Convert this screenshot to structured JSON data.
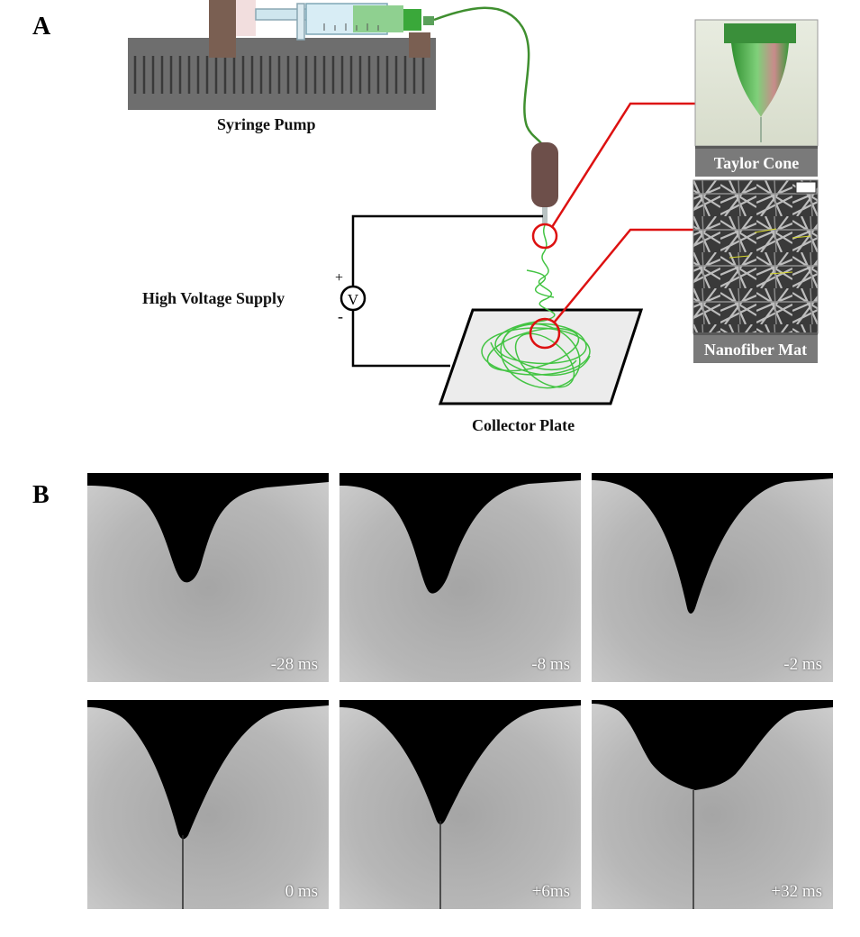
{
  "panel_a": {
    "letter": "A",
    "labels": {
      "syringe_pump": "Syringe Pump",
      "high_voltage_supply": "High Voltage Supply",
      "voltmeter_symbol": "V",
      "plus": "+",
      "minus": "-",
      "collector_plate": "Collector Plate",
      "taylor_cone": "Taylor Cone",
      "nanofiber_mat": "Nanofiber Mat"
    },
    "colors": {
      "fiber": "#43c443",
      "callout": "#dd1111",
      "nozzle": "#6d4f4a",
      "pump_body": "#6e6e6e"
    }
  },
  "panel_b": {
    "letter": "B",
    "frames": [
      {
        "time": "-28 ms"
      },
      {
        "time": "-8 ms"
      },
      {
        "time": "-2 ms"
      },
      {
        "time": "0 ms"
      },
      {
        "time": "+6ms"
      },
      {
        "time": "+32 ms"
      }
    ]
  }
}
